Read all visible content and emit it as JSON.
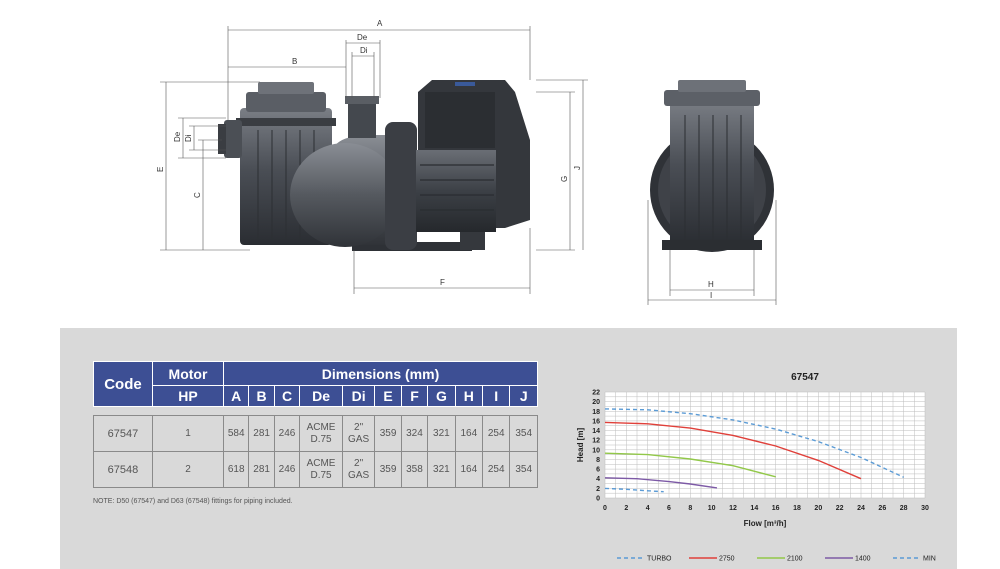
{
  "drawing": {
    "side_view_labels": [
      "A",
      "B",
      "De",
      "Di",
      "De",
      "Di",
      "E",
      "C",
      "F",
      "G",
      "J"
    ],
    "front_view_labels": [
      "H",
      "I"
    ]
  },
  "table": {
    "header": {
      "code": "Code",
      "motor": "Motor",
      "dimensions": "Dimensions (mm)",
      "hp": "HP",
      "cols": [
        "A",
        "B",
        "C",
        "De",
        "Di",
        "E",
        "F",
        "G",
        "H",
        "I",
        "J"
      ]
    },
    "rows": [
      {
        "code": "67547",
        "hp": "1",
        "values": [
          "584",
          "281",
          "246",
          "ACME D.75",
          "2\" GAS",
          "359",
          "324",
          "321",
          "164",
          "254",
          "354"
        ]
      },
      {
        "code": "67548",
        "hp": "2",
        "values": [
          "618",
          "281",
          "246",
          "ACME D.75",
          "2\" GAS",
          "359",
          "358",
          "321",
          "164",
          "254",
          "354"
        ]
      }
    ],
    "note": "NOTE: D50 (67547) and D63 (67548) fittings for piping included."
  },
  "chart_data": {
    "type": "line",
    "title": "67547",
    "xlabel": "Flow [m³/h]",
    "ylabel": "Head [m]",
    "xlim": [
      0,
      30
    ],
    "ylim": [
      0,
      22
    ],
    "xticks": [
      0,
      2,
      4,
      6,
      8,
      10,
      12,
      14,
      16,
      18,
      20,
      22,
      24,
      26,
      28,
      30
    ],
    "yticks": [
      0,
      2,
      4,
      6,
      8,
      10,
      12,
      14,
      16,
      18,
      20,
      22
    ],
    "grid": true,
    "legend_position": "bottom",
    "series": [
      {
        "name": "TURBO",
        "color": "#5b9bd5",
        "dashed": true,
        "x": [
          0,
          2,
          4,
          5.5
        ],
        "y": [
          2.0,
          1.8,
          1.5,
          1.3
        ]
      },
      {
        "name": "2750",
        "color": "#e0403a",
        "dashed": false,
        "x": [
          0,
          4,
          8,
          12,
          16,
          20,
          24
        ],
        "y": [
          15.7,
          15.4,
          14.5,
          13.0,
          10.8,
          7.8,
          4.0
        ]
      },
      {
        "name": "2100",
        "color": "#92c849",
        "dashed": false,
        "x": [
          0,
          4,
          8,
          12,
          16
        ],
        "y": [
          9.3,
          9.0,
          8.1,
          6.7,
          4.4
        ]
      },
      {
        "name": "1400",
        "color": "#7d5aa6",
        "dashed": false,
        "x": [
          0,
          3,
          6,
          8,
          10.5
        ],
        "y": [
          4.2,
          4.0,
          3.4,
          2.9,
          2.1
        ]
      },
      {
        "name": "MIN",
        "color": "#5b9bd5",
        "dashed": true,
        "x": [
          0,
          4,
          8,
          12,
          16,
          20,
          24,
          28
        ],
        "y": [
          18.5,
          18.3,
          17.5,
          16.2,
          14.3,
          11.7,
          8.4,
          4.3
        ]
      }
    ]
  }
}
